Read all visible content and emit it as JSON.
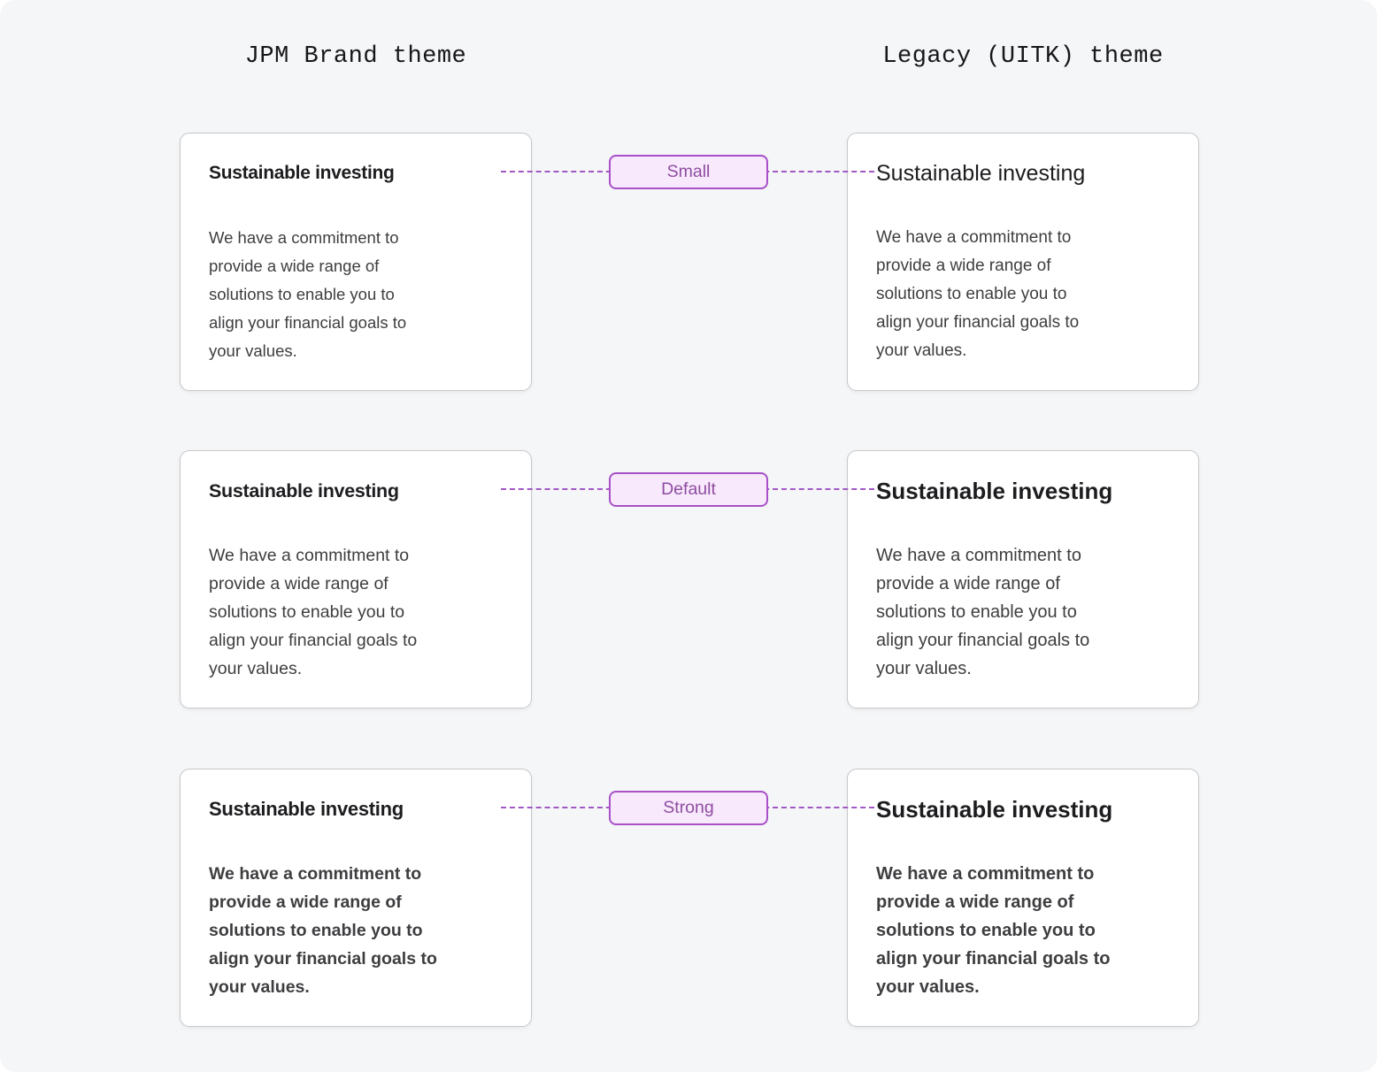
{
  "headers": {
    "left": "JPM Brand theme",
    "right": "Legacy (UITK) theme"
  },
  "card": {
    "title": "Sustainable investing",
    "body": "We have a commitment to\nprovide a wide range of\nsolutions to enable you to\nalign your financial goals to\nyour values."
  },
  "badges": [
    {
      "label": "Small"
    },
    {
      "label": "Default"
    },
    {
      "label": "Strong"
    }
  ],
  "colors": {
    "canvas_bg": "#f5f6f7",
    "card_bg": "#ffffff",
    "card_border": "#c6c7cc",
    "badge_bg": "#f8e9fc",
    "badge_border": "#a750c8",
    "badge_text": "#8f4da1",
    "connector_line": "#a158c4",
    "title_text": "#1d1d20",
    "body_text": "#3e3e41"
  }
}
